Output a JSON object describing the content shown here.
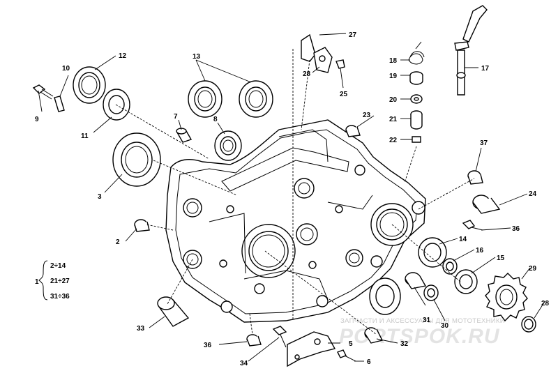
{
  "labels": {
    "p2": "2",
    "p3": "3",
    "p5": "5",
    "p6": "6",
    "p7": "7",
    "p8": "8",
    "p9": "9",
    "p10": "10",
    "p11": "11",
    "p12": "12",
    "p13": "13",
    "p14": "14",
    "p15": "15",
    "p16": "16",
    "p17": "17",
    "p18": "18",
    "p19": "19",
    "p20": "20",
    "p21": "21",
    "p22": "22",
    "p23": "23",
    "p24": "24",
    "p25": "25",
    "p27": "27",
    "p28": "28",
    "p29": "29",
    "p30": "30",
    "p31": "31",
    "p32": "32",
    "p33": "33",
    "p34": "34",
    "p36a": "36",
    "p36b": "36",
    "p37": "37"
  },
  "legend": {
    "main": "1",
    "ranges": [
      "2÷14",
      "21÷27",
      "31÷36"
    ]
  },
  "watermark": {
    "caption": "ЗАПЧАСТИ И АКСЕССУАРЫ ДЛЯ МОТОТЕХНИКИ",
    "logo": "PORTSPOK.RU"
  }
}
